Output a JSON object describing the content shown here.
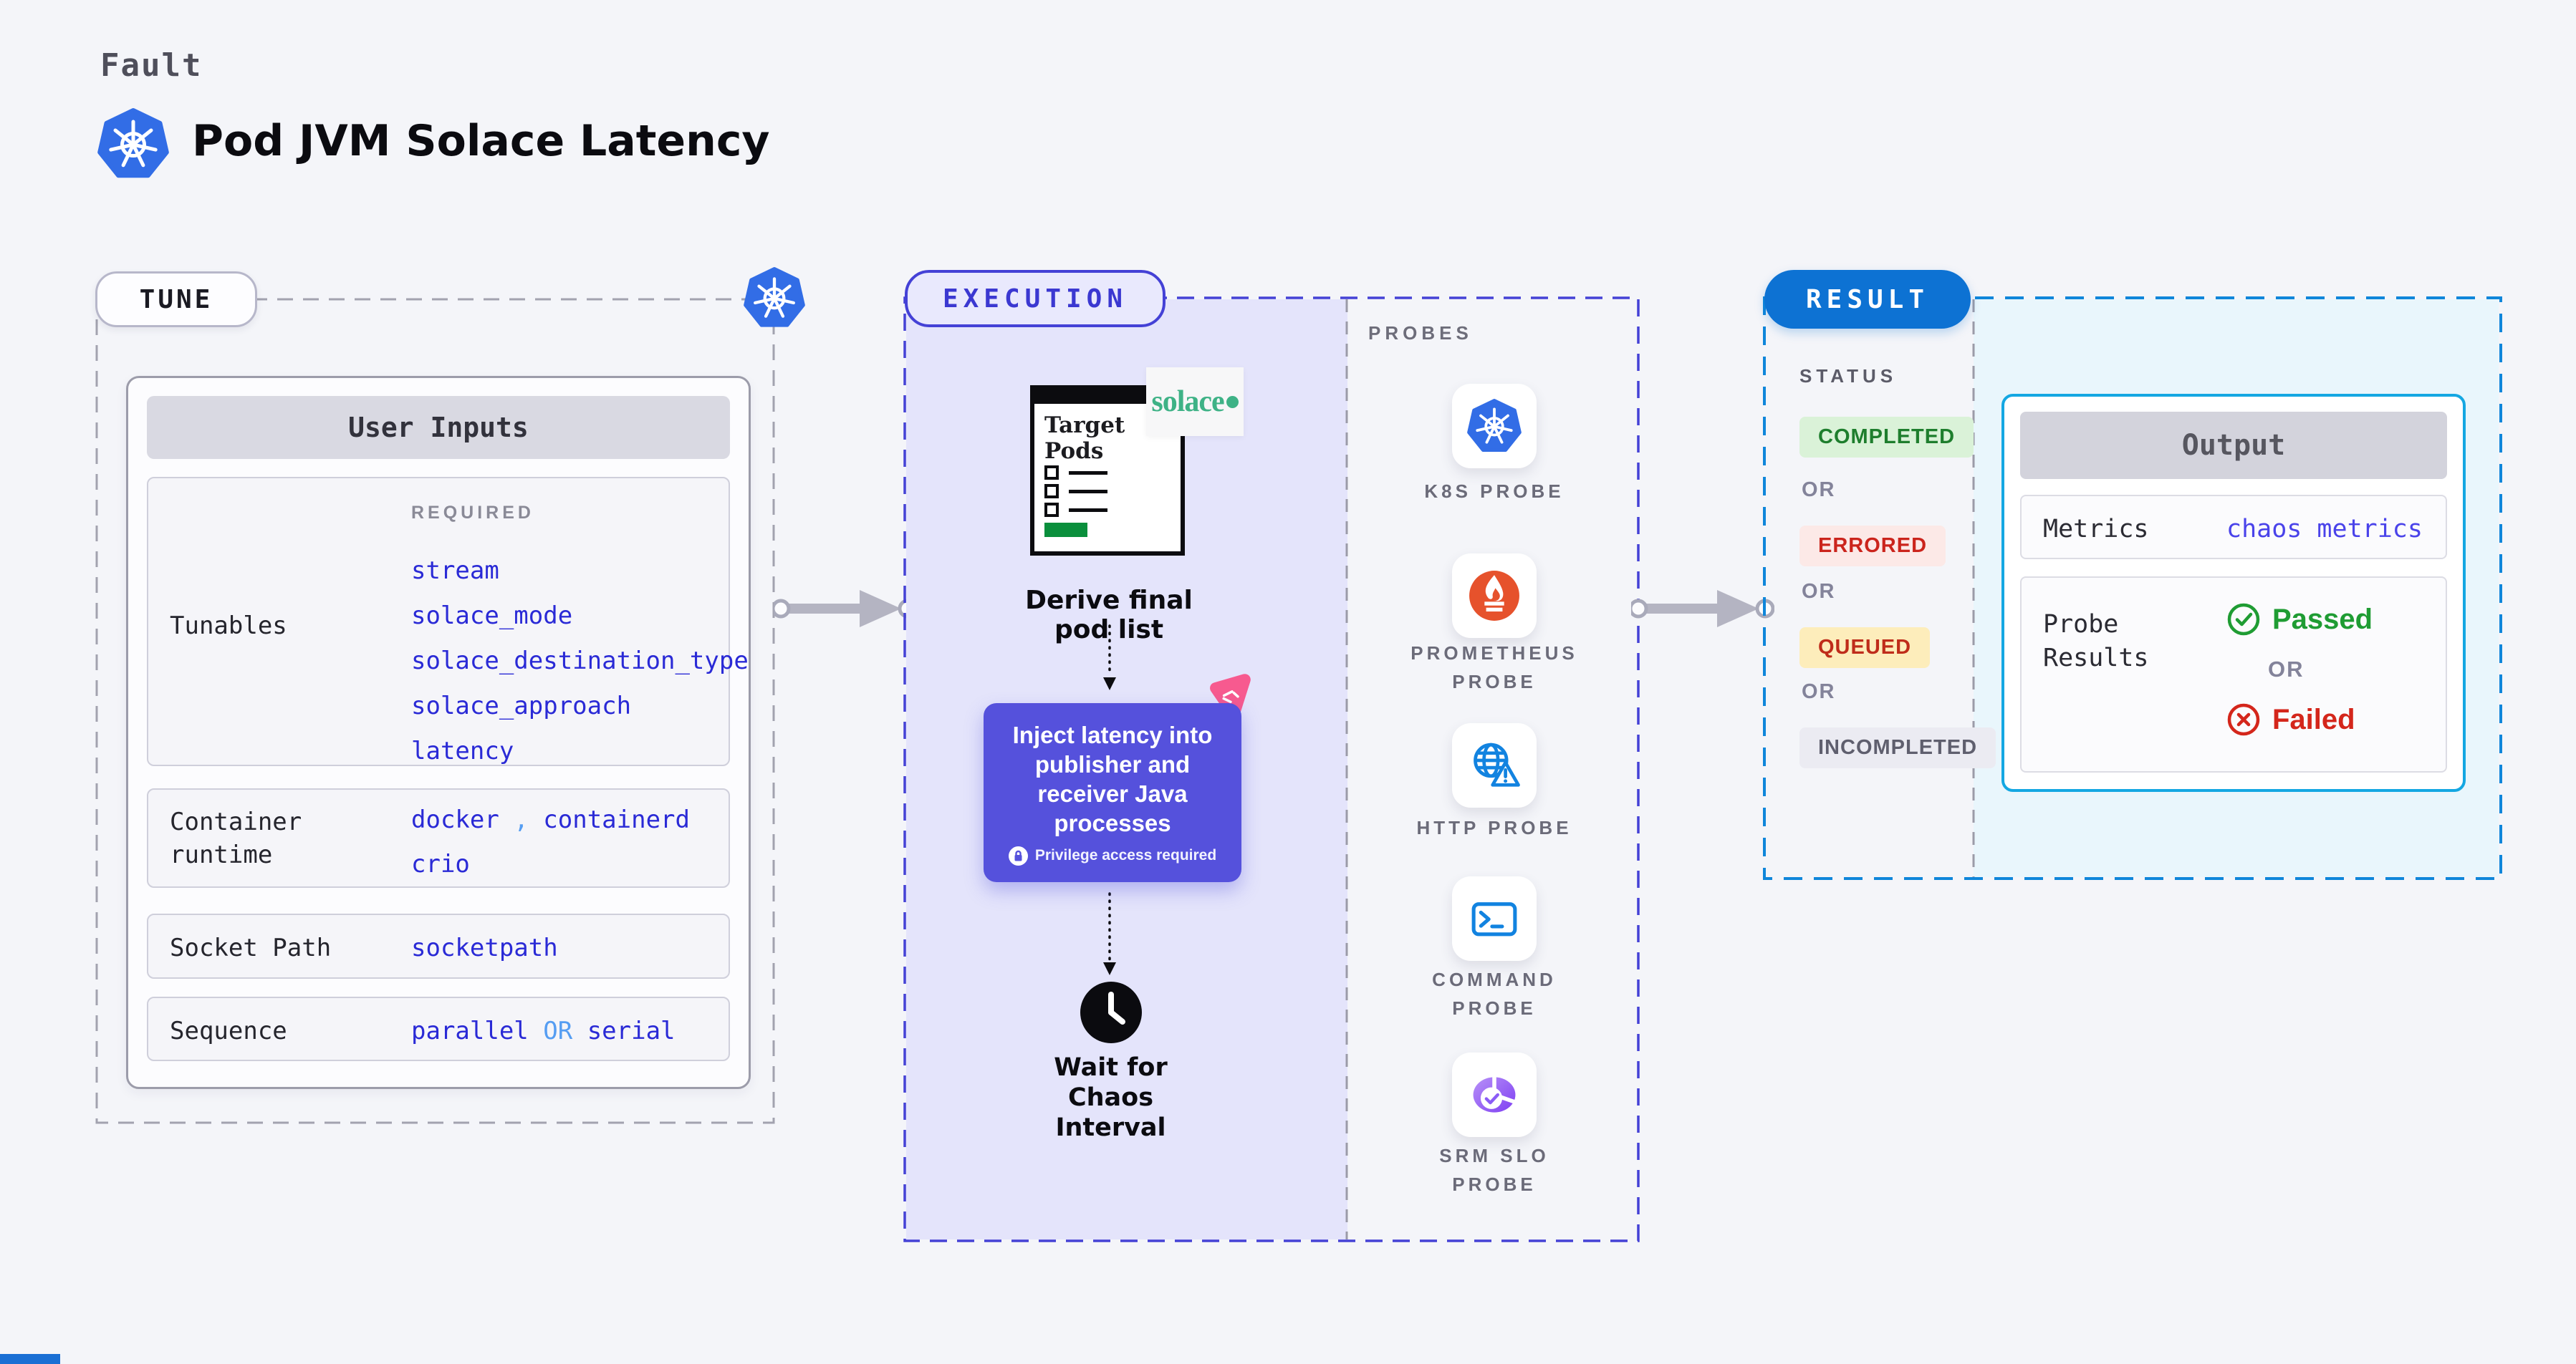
{
  "page": {
    "eyebrow": "Fault",
    "title": "Pod JVM Solace Latency",
    "background": "#f4f5f9"
  },
  "tune": {
    "badge_label": "TUNE",
    "user_inputs": {
      "header": "User Inputs",
      "tunables_label": "Tunables",
      "required_label": "REQUIRED",
      "tunable_fields": [
        "stream",
        "solace_mode",
        "solace_destination_type",
        "solace_approach",
        "latency"
      ],
      "container_runtime_label": "Container runtime",
      "container_runtime_values": [
        "docker",
        "containerd",
        "crio"
      ],
      "container_runtime_separator": ",",
      "socket_path_label": "Socket Path",
      "socket_path_value": "socketpath",
      "sequence_label": "Sequence",
      "sequence_value_1": "parallel",
      "sequence_or": "OR",
      "sequence_value_2": "serial"
    }
  },
  "execution": {
    "badge_label": "EXECUTION",
    "target_doc_title": "Target Pods",
    "solace_logo": "solace",
    "derive_label": "Derive final pod list",
    "inject_text": "Inject latency into publisher and receiver Java processes",
    "privilege_note": "Privilege access required",
    "wait_label": "Wait for Chaos Interval"
  },
  "probes": {
    "section_label": "PROBES",
    "items": [
      "K8S PROBE",
      "PROMETHEUS PROBE",
      "HTTP PROBE",
      "COMMAND PROBE",
      "SRM SLO PROBE"
    ]
  },
  "result": {
    "badge_label": "RESULT",
    "status_label": "STATUS",
    "statuses": [
      "COMPLETED",
      "ERRORED",
      "QUEUED",
      "INCOMPLETED"
    ],
    "or_label": "OR",
    "output": {
      "header": "Output",
      "metrics_label": "Metrics",
      "metrics_value": "chaos metrics",
      "probe_results_label": "Probe Results",
      "passed_label": "Passed",
      "or_label": "OR",
      "failed_label": "Failed"
    }
  },
  "colors": {
    "accent_indigo": "#2a2ad6",
    "accent_light_blue": "#559df2",
    "execution_border": "#4441d6",
    "execution_fill": "#e4e4fb",
    "inject_purple": "#5551dc",
    "chaos_pink": "#f75a8f",
    "result_blue": "#0d72d3",
    "result_dashed_border": "#0f86da",
    "output_cyan_border": "#14a7e2",
    "result_fill": "#e9f6fc",
    "completed_green": "#1e7e2d",
    "errored_red": "#cb241c",
    "queued_amber": "#bf2c1a",
    "incompleted_grey": "#5f5f6e",
    "passed_green": "#1f9c33",
    "failed_red": "#d4261b",
    "metrics_value_blue": "#4a43ea",
    "k8s_blue": "#326de6",
    "prometheus_orange": "#e6522c",
    "solace_green": "#3eb286",
    "probe_blue": "#1283e0",
    "srm_purple": "#8b5cf6",
    "arrow_grey": "#b4b4c2"
  }
}
